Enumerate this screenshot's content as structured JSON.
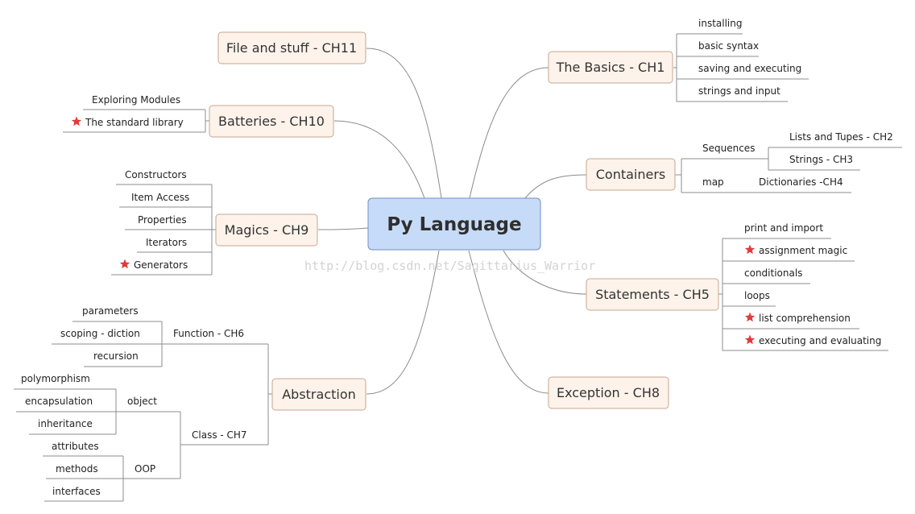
{
  "center": {
    "label": "Py Language"
  },
  "watermark": "http://blog.csdn.net/Sagittarius_Warrior",
  "topics": {
    "basics": {
      "label": "The Basics - CH1",
      "items": [
        "installing",
        "basic syntax",
        "saving and executing",
        "strings and input"
      ]
    },
    "containers": {
      "label": "Containers",
      "sequences": {
        "label": "Sequences",
        "items": [
          "Lists and Tupes - CH2",
          "Strings - CH3"
        ]
      },
      "map": {
        "label": "map",
        "items": [
          "Dictionaries -CH4"
        ]
      }
    },
    "statements": {
      "label": "Statements - CH5",
      "items": [
        "print and import",
        "assignment magic",
        "conditionals",
        "loops",
        "list comprehension",
        "executing and evaluating"
      ]
    },
    "exception": {
      "label": "Exception - CH8"
    },
    "files": {
      "label": "File and stuff - CH11"
    },
    "batteries": {
      "label": "Batteries - CH10",
      "items": [
        "Exploring Modules",
        "The standard library"
      ]
    },
    "magics": {
      "label": "Magics - CH9",
      "items": [
        "Constructors",
        "Item Access",
        "Properties",
        "Iterators",
        "Generators"
      ]
    },
    "abstraction": {
      "label": "Abstraction",
      "function": {
        "label": "Function - CH6",
        "items": [
          "parameters",
          "scoping - diction",
          "recursion"
        ]
      },
      "class": {
        "label": "Class - CH7",
        "object": {
          "label": "object",
          "items": [
            "polymorphism",
            "encapsulation",
            "inheritance"
          ]
        },
        "oop": {
          "label": "OOP",
          "items": [
            "attributes",
            "methods",
            "interfaces"
          ]
        }
      }
    }
  },
  "colors": {
    "star": "#e23a3a",
    "center_fill": "#c6dbf7",
    "topic_fill": "#fdf3ea",
    "line": "#8c8c8c"
  },
  "icons": {
    "priority": "red-star-icon"
  }
}
